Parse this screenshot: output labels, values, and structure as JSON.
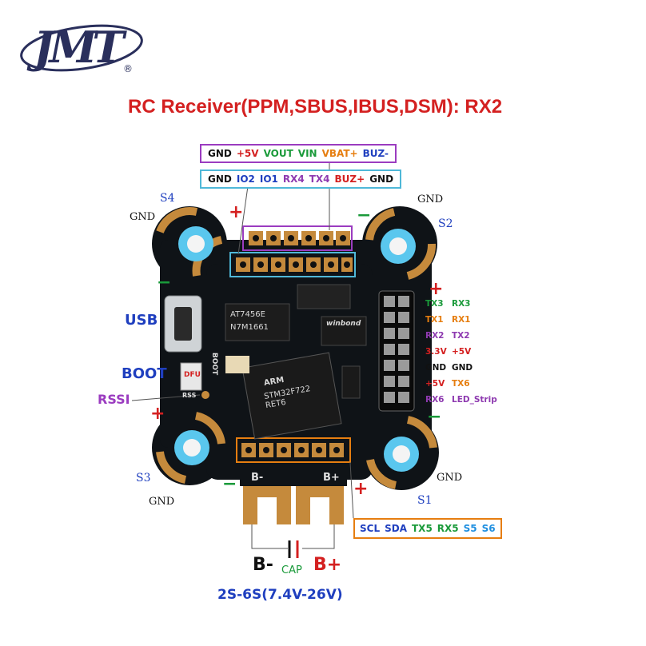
{
  "logo": {
    "text": "JMT",
    "registered": "®"
  },
  "title": "RC Receiver(PPM,SBUS,IBUS,DSM): RX2",
  "header_top": [
    {
      "t": "GND",
      "c": "#111111"
    },
    {
      "t": "+5V",
      "c": "#d42020"
    },
    {
      "t": "VOUT",
      "c": "#1a9a3a"
    },
    {
      "t": "VIN",
      "c": "#1a9a3a"
    },
    {
      "t": "VBAT+",
      "c": "#e67e10"
    },
    {
      "t": "BUZ-",
      "c": "#1f3fbf"
    }
  ],
  "header_second": [
    {
      "t": "GND",
      "c": "#111111"
    },
    {
      "t": "IO2",
      "c": "#1f3fbf"
    },
    {
      "t": "IO1",
      "c": "#1f3fbf"
    },
    {
      "t": "RX4",
      "c": "#8e3ab0"
    },
    {
      "t": "TX4",
      "c": "#8e3ab0"
    },
    {
      "t": "BUZ+",
      "c": "#d42020"
    },
    {
      "t": "GND",
      "c": "#111111"
    }
  ],
  "header_bottom": [
    {
      "t": "SCL",
      "c": "#1f3fbf"
    },
    {
      "t": "SDA",
      "c": "#1f3fbf"
    },
    {
      "t": "TX5",
      "c": "#1a9a3a"
    },
    {
      "t": "RX5",
      "c": "#1a9a3a"
    },
    {
      "t": "S5",
      "c": "#1f8fe0"
    },
    {
      "t": "S6",
      "c": "#1f8fe0"
    }
  ],
  "uart_pins": [
    {
      "a": "TX3",
      "ac": "#1a9a3a",
      "b": "RX3",
      "bc": "#1a9a3a"
    },
    {
      "a": "TX1",
      "ac": "#e67e10",
      "b": "RX1",
      "bc": "#e67e10"
    },
    {
      "a": "RX2",
      "ac": "#8e3ab0",
      "b": "TX2",
      "bc": "#8e3ab0"
    },
    {
      "a": "3.3V",
      "ac": "#d42020",
      "b": "+5V",
      "bc": "#d42020"
    },
    {
      "a": "GND",
      "ac": "#111111",
      "b": "GND",
      "bc": "#111111"
    },
    {
      "a": "+5V",
      "ac": "#d42020",
      "b": "TX6",
      "bc": "#e67e10"
    },
    {
      "a": "RX6",
      "ac": "#8e3ab0",
      "b": "LED_Strip",
      "bc": "#8e3ab0"
    }
  ],
  "left_labels": {
    "usb": "USB",
    "boot": "BOOT",
    "rssi": "RSSI"
  },
  "corners": {
    "s4": "S4",
    "s2": "S2",
    "s3": "S3",
    "s1": "S1",
    "gnd_tl": "GND",
    "gnd_tr": "GND",
    "gnd_bl": "GND",
    "gnd_br": "GND"
  },
  "board": {
    "chip1_l1": "AT7456E",
    "chip1_l2": "N7M1661",
    "mcu_l1": "ARM",
    "mcu_l2": "STM32F722",
    "mcu_l3": "RET6",
    "silk_boot": "BOOT",
    "silk_dfu": "DFU",
    "silk_rssi": "RSS",
    "silk_bminus": "B-",
    "silk_bplus": "B+",
    "winbond": "winbond"
  },
  "power": {
    "b_minus": "B-",
    "b_plus": "B+",
    "cap": "CAP",
    "voltage": "2S-6S(7.4V-26V)"
  },
  "colors": {
    "pcb": "#101418",
    "pad": "#c58a3c",
    "ring": "#5ac7ee",
    "title": "#d42020",
    "label_blue": "#1f3fbf",
    "box_purple": "#9b3cc0",
    "box_cyan": "#4fb8d8",
    "box_orange": "#e67e10"
  }
}
